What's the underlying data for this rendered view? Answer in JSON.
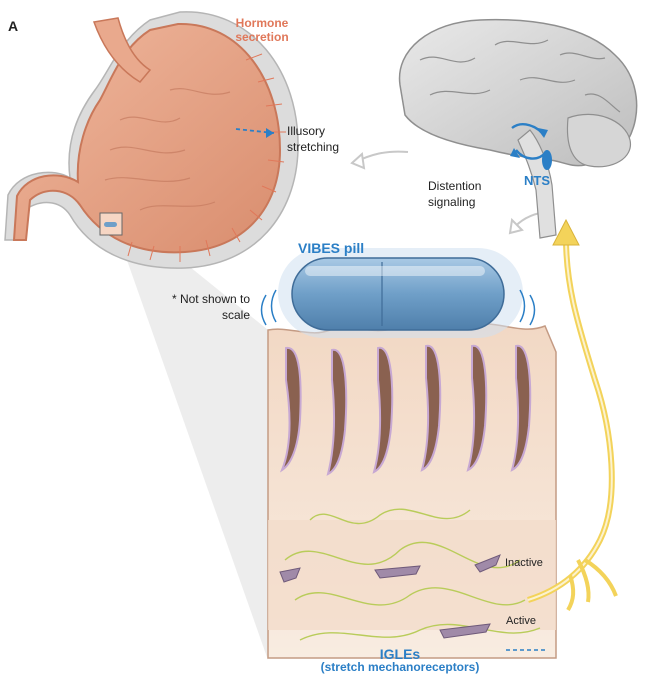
{
  "figure": {
    "panel_letter": "A",
    "labels": {
      "hormone_secretion": "Hormone secretion",
      "illusory_stretching": "Illusory stretching",
      "distention_signaling": "Distention signaling",
      "nts": "NTS",
      "vibes_pill": "VIBES pill",
      "not_to_scale": "* Not shown to scale",
      "inactive": "Inactive",
      "active": "Active",
      "igles": "IGLEs",
      "igles_subtitle": "(stretch mechanoreceptors)"
    },
    "colors": {
      "label_blue": "#2b7fc6",
      "hormone_orange": "#e0785a",
      "nerve_yellow": "#f3d35a",
      "stomach_pink": "#e7a58a",
      "tissue_cream": "#f5e4d2",
      "gland_brown": "#8a6150",
      "pill_blue": "#6f9fc8"
    }
  }
}
